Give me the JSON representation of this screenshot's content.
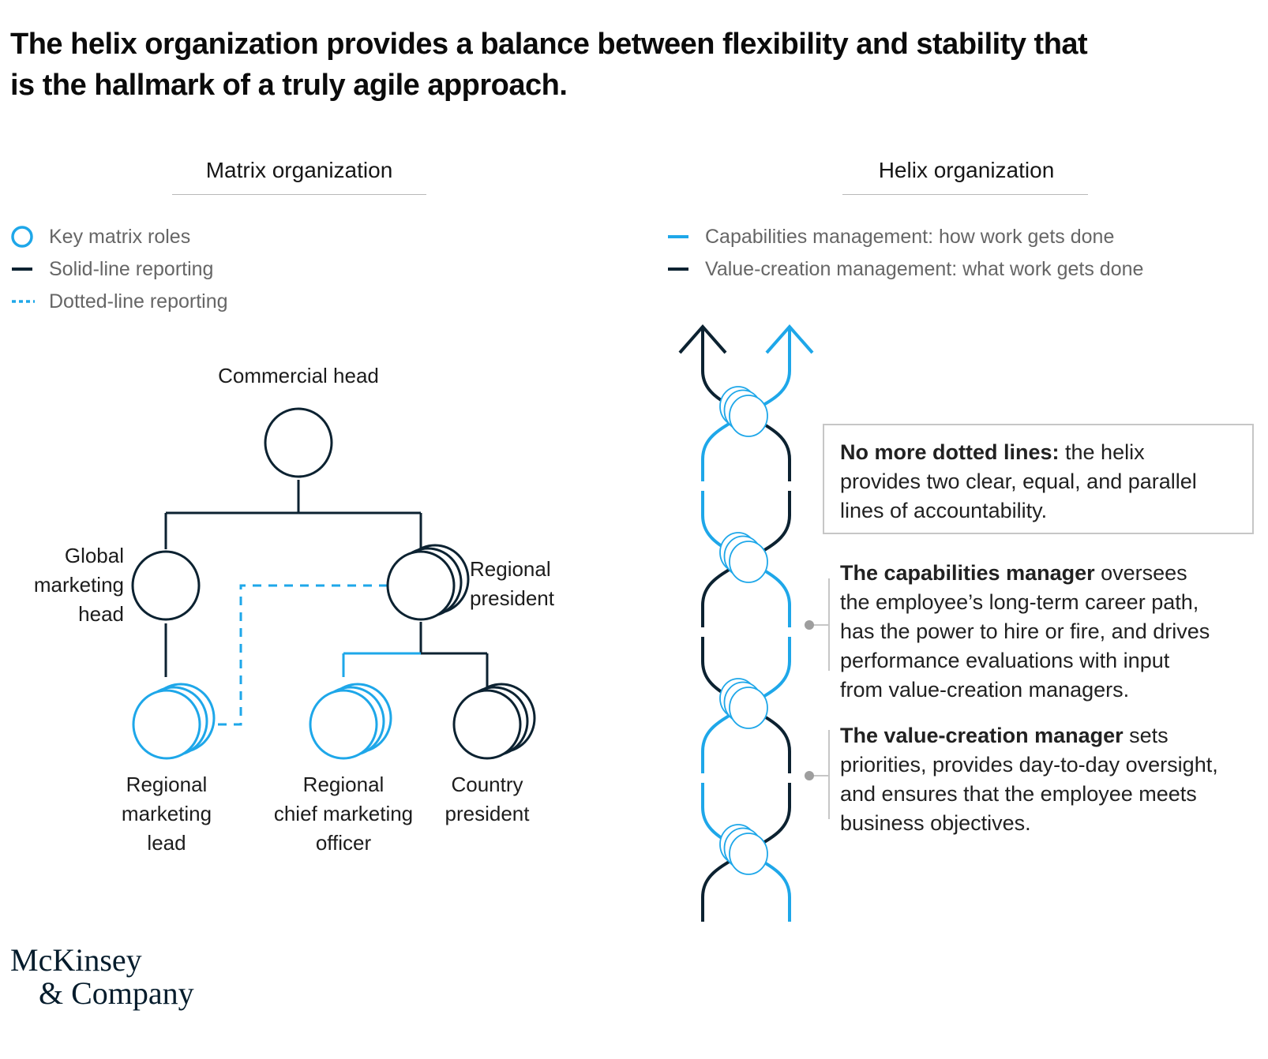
{
  "title": {
    "line1": "The helix organization provides a balance between flexibility and stability that",
    "line2": "is the hallmark of a truly agile approach."
  },
  "matrix": {
    "heading": "Matrix organization",
    "legend": [
      {
        "icon": "key-matrix-role-circle-icon",
        "label": "Key matrix roles"
      },
      {
        "icon": "solid-line-icon",
        "label": "Solid-line reporting"
      },
      {
        "icon": "dotted-line-icon",
        "label": "Dotted-line reporting"
      }
    ],
    "nodes": {
      "commercial_head": {
        "label": "Commercial head"
      },
      "global_marketing_head": {
        "lines": [
          "Global",
          "marketing",
          "head"
        ]
      },
      "regional_president": {
        "lines": [
          "Regional",
          "president"
        ]
      },
      "regional_marketing_lead": {
        "lines": [
          "Regional",
          "marketing",
          "lead"
        ]
      },
      "regional_cmo": {
        "lines": [
          "Regional",
          "chief marketing",
          "officer"
        ]
      },
      "country_president": {
        "lines": [
          "Country",
          "president"
        ]
      }
    }
  },
  "helix": {
    "heading": "Helix organization",
    "legend": [
      {
        "icon": "capabilities-line-icon",
        "label": "Capabilities management: how work gets done"
      },
      {
        "icon": "value-creation-line-icon",
        "label": "Value-creation management: what work gets done"
      }
    ],
    "annotations": [
      {
        "bold": "No more dotted lines:",
        "after": " the helix",
        "lines": [
          "provides two clear, equal, and parallel",
          "lines of accountability."
        ]
      },
      {
        "bold": "The capabilities manager",
        "after": " oversees",
        "lines": [
          "the employee’s long-term career path,",
          "has the power to hire or fire, and drives",
          "performance evaluations with input",
          "from value-creation managers."
        ]
      },
      {
        "bold": "The value-creation manager",
        "after": " sets",
        "lines": [
          "priorities, provides day-to-day oversight,",
          "and ensures that the employee meets",
          "business objectives."
        ]
      }
    ]
  },
  "logo": {
    "line1": "McKinsey",
    "line2": "& Company"
  },
  "colors": {
    "accent_blue": "#1ea7e9",
    "dark_navy": "#0c2231",
    "legend_gray": "#666666",
    "connector_gray": "#c6c6c6",
    "logo_navy": "#051c2c"
  }
}
